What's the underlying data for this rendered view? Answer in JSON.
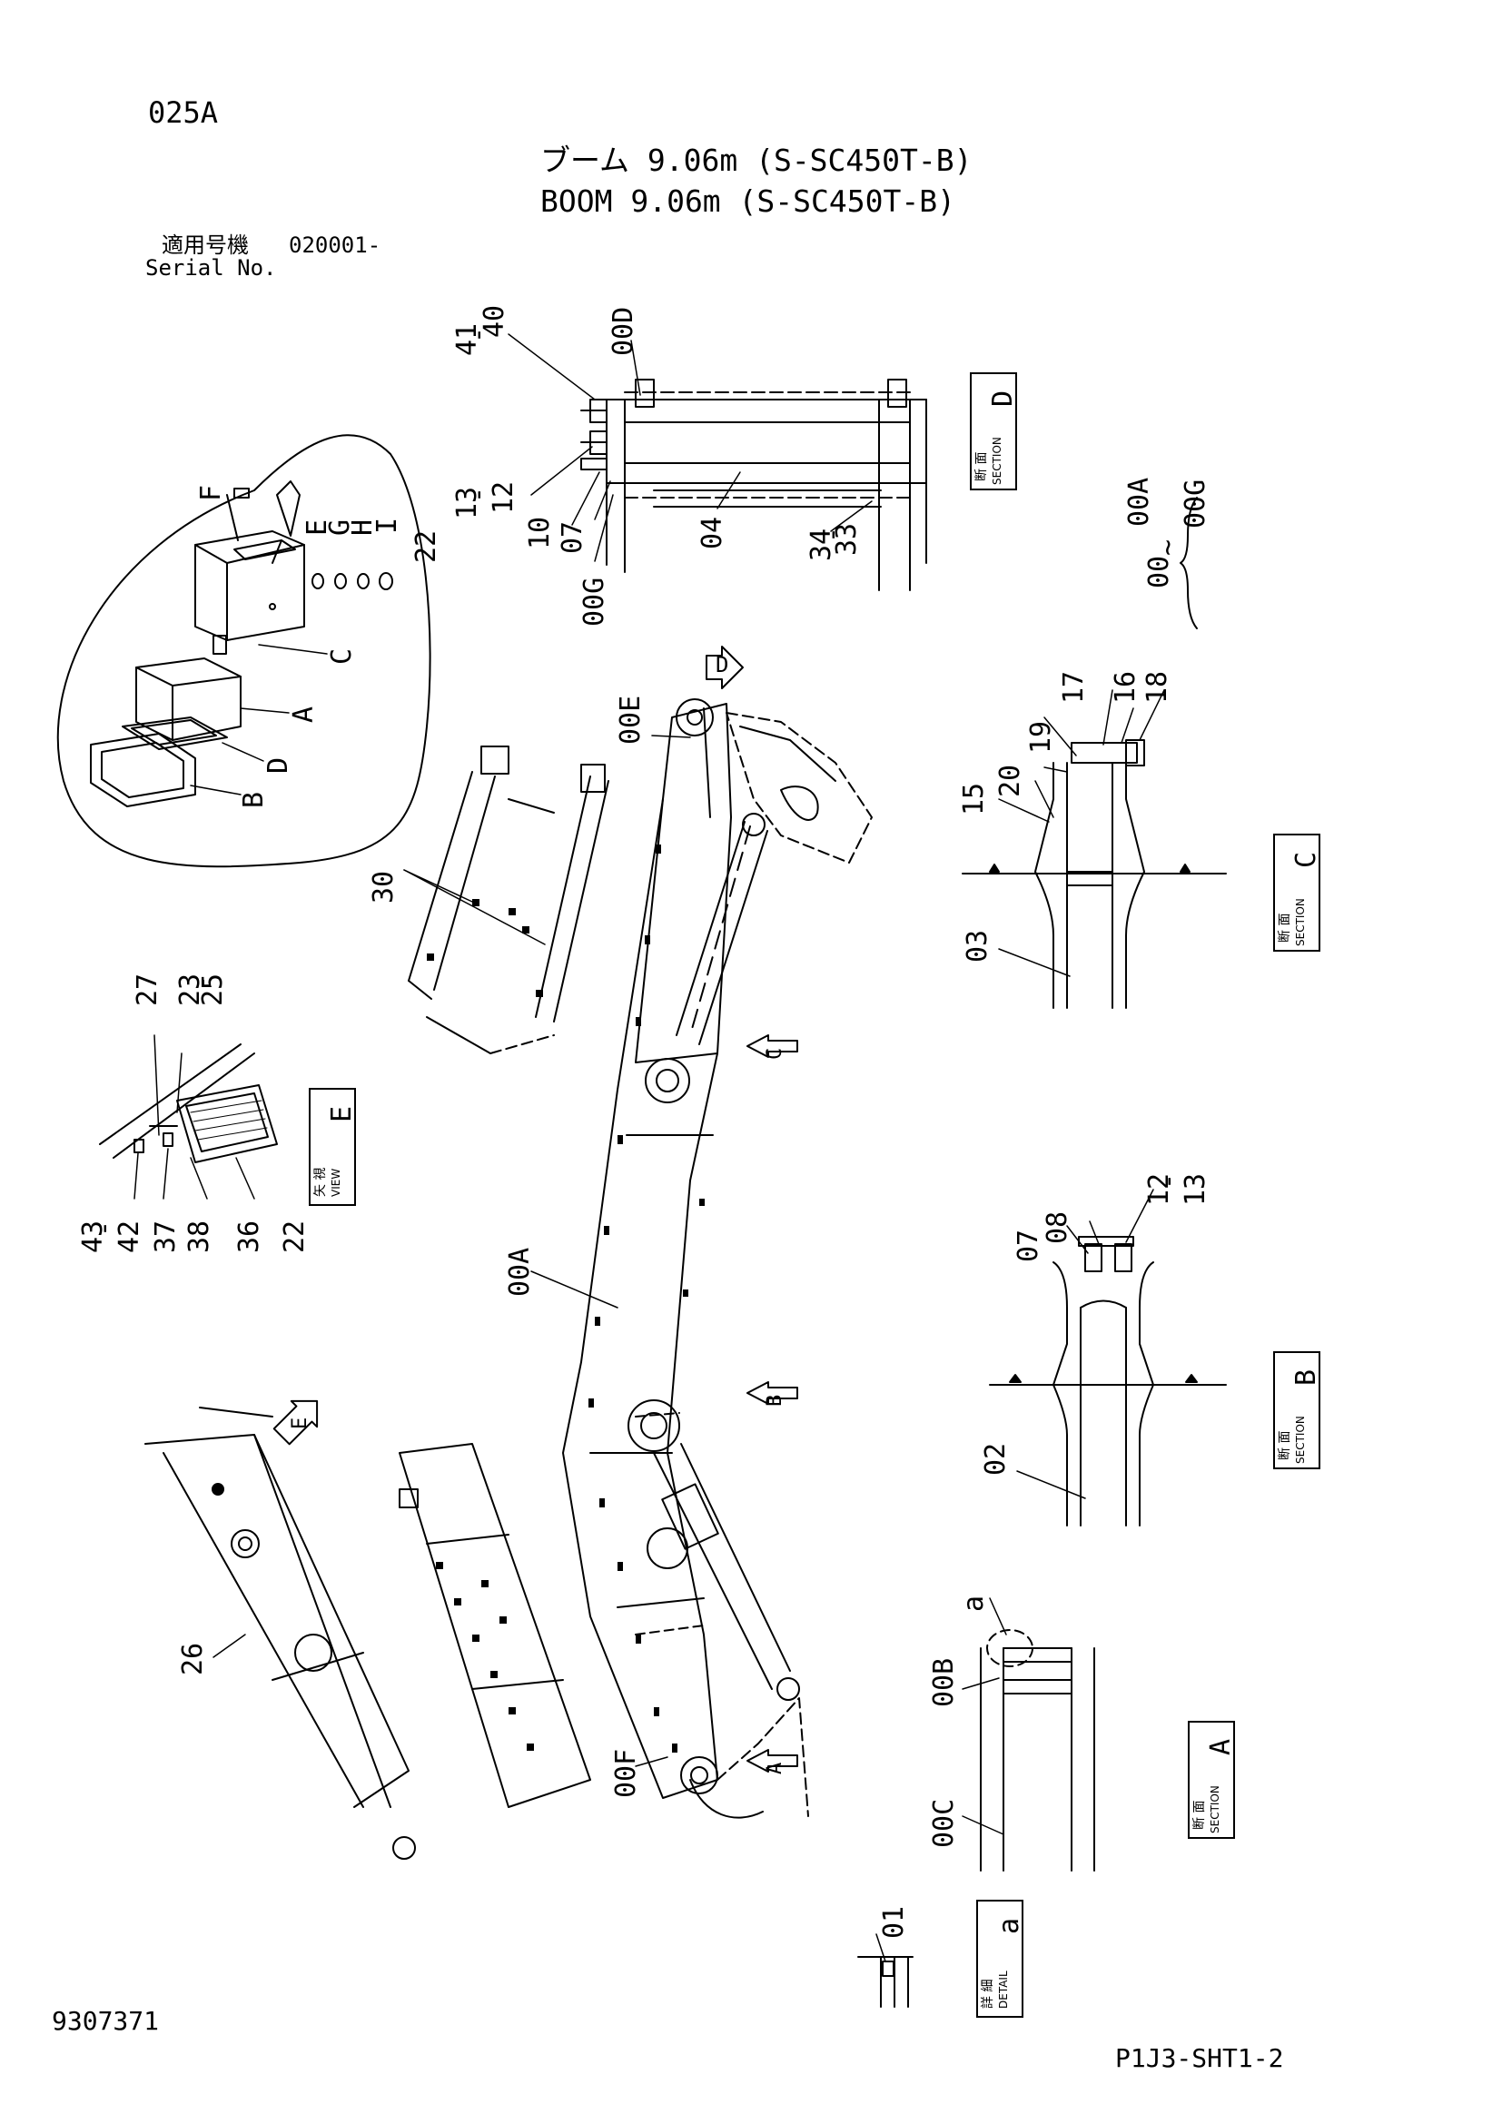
{
  "header": {
    "page_code": "025A",
    "title_jp": "ブーム 9.06m (S-SC450T-B)",
    "title_en": "BOOM 9.06m (S-SC450T-B)",
    "serial_label_jp": "適用号機",
    "serial_value": "020001-",
    "serial_label_en": "Serial No."
  },
  "footer": {
    "doc_number": "9307371",
    "sheet_ref": "P1J3-SHT1-2"
  },
  "callouts": {
    "c00D": "00D",
    "c41": "41",
    "c40": "40",
    "c13": "13",
    "c12": "12",
    "c10": "10",
    "c07": "07",
    "c00G_top": "00G",
    "c04": "04",
    "c34": "34",
    "c33": "33",
    "c00E": "00E",
    "c00A": "00A",
    "c00F": "00F",
    "c30": "30",
    "c26": "26",
    "c27": "27",
    "c23": "23",
    "c25": "25",
    "c43": "43",
    "c42": "42",
    "c37": "37",
    "c38": "38",
    "c36": "36",
    "c22_view": "22",
    "cF": "F",
    "cE": "E",
    "cG": "G",
    "cH": "H",
    "cI": "I",
    "c22_det": "22",
    "cC": "C",
    "cA": "A",
    "cD": "D",
    "cB": "B",
    "c17": "17",
    "c16": "16",
    "c18": "18",
    "c19": "19",
    "c20": "20",
    "c15": "15",
    "c03": "03",
    "c08": "08",
    "c07b": "07",
    "c12b": "12",
    "c13b": "13",
    "c02": "02",
    "ca": "a",
    "c00B": "00B",
    "c00C": "00C",
    "c01": "01",
    "dash": "-",
    "tilde": "~"
  },
  "group_legend": {
    "group": "00",
    "from": "00A",
    "to": "00G"
  },
  "section_labels": {
    "section_jp": "断 面",
    "section_en": "SECTION",
    "view_jp": "矢 視",
    "view_en": "VIEW",
    "detail_jp": "詳 細",
    "detail_en": "DETAIL",
    "letter_D": "D",
    "letter_C": "C",
    "letter_B": "B",
    "letter_A": "A",
    "letter_E": "E",
    "letter_a": "a"
  },
  "arrow_markers": {
    "D": "D",
    "C": "C",
    "B": "B",
    "A": "A",
    "E": "E"
  }
}
